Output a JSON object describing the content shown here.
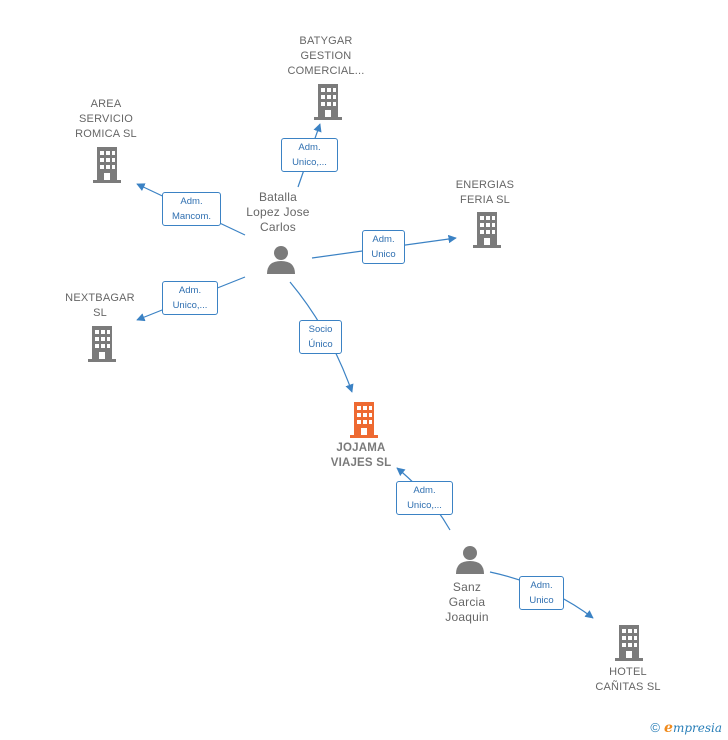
{
  "companies": {
    "batygar": "BATYGAR\nGESTION\nCOMERCIAL...",
    "area": "AREA\nSERVICIO\nROMICA SL",
    "energias": "ENERGIAS\nFERIA SL",
    "nextbagar": "NEXTBAGAR\nSL",
    "jojama": "JOJAMA\nVIAJES  SL",
    "hotel": "HOTEL\nCAÑITAS  SL"
  },
  "persons": {
    "batalla": "Batalla\nLopez Jose\nCarlos",
    "sanz": "Sanz\nGarcia\nJoaquin"
  },
  "relations": {
    "batalla_batygar": "Adm.\nUnico,...",
    "batalla_area": "Adm.\nMancom.",
    "batalla_energias": "Adm.\nUnico",
    "batalla_nextbagar": "Adm.\nUnico,...",
    "batalla_jojama": "Socio\nÚnico",
    "sanz_jojama": "Adm.\nUnico,...",
    "sanz_hotel": "Adm.\nUnico"
  },
  "footer": {
    "copyright": "©",
    "brand_initial": "e",
    "brand_rest": "mpresia"
  },
  "colors": {
    "edge": "#3b82c4",
    "company_icon": "#7b7b7b",
    "focus_company_icon": "#ee6a32",
    "person_icon": "#7b7b7b"
  },
  "icons": {
    "company": "building-icon",
    "person": "person-icon"
  }
}
